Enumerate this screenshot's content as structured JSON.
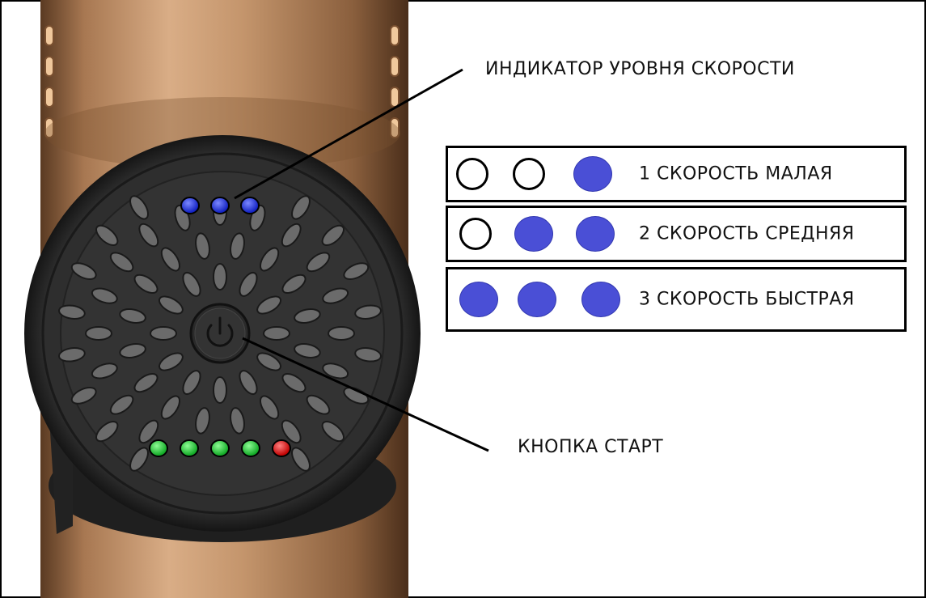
{
  "callouts": {
    "speed_indicator": "ИНДИКАТОР УРОВНЯ СКОРОСТИ",
    "start_button": "КНОПКА СТАРТ"
  },
  "legend": [
    {
      "label": "1 СКОРОСТЬ МАЛАЯ",
      "leds": [
        false,
        false,
        true
      ]
    },
    {
      "label": "2 СКОРОСТЬ СРЕДНЯЯ",
      "leds": [
        false,
        true,
        true
      ]
    },
    {
      "label": "3 СКОРОСТЬ БЫСТРАЯ",
      "leds": [
        true,
        true,
        true
      ]
    }
  ],
  "device": {
    "speed_leds": [
      "blue",
      "blue",
      "blue"
    ],
    "battery_leds": [
      "green",
      "green",
      "green",
      "green",
      "red"
    ],
    "icons": [
      "power-icon"
    ]
  },
  "colors": {
    "body": "#b98a62",
    "panel": "#2b2b2b",
    "blue_led": "#1a2ad8",
    "green_led": "#22c43a",
    "red_led": "#e01616",
    "legend_dot": "#4a4fd6"
  }
}
